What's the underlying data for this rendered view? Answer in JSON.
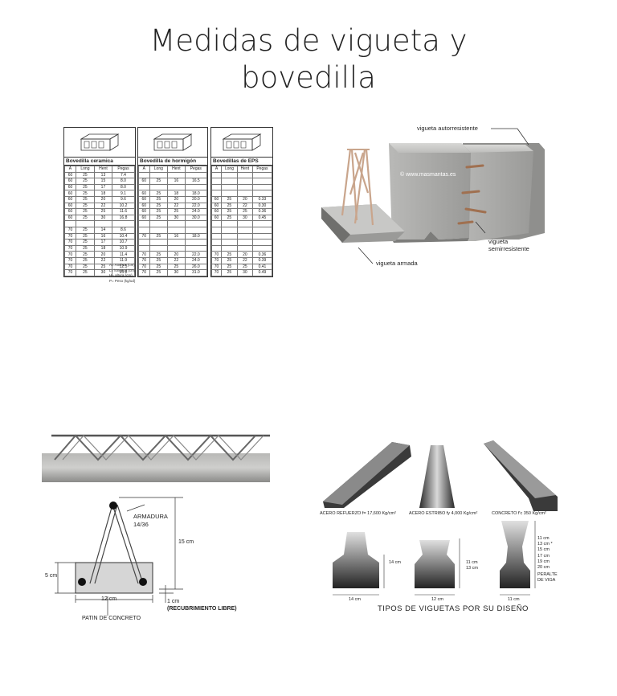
{
  "title_line1": "Medidas de vigueta y",
  "title_line2": "bovedilla",
  "tables": [
    {
      "title": "Bovedilla ceramica",
      "headers": [
        "A",
        "Long",
        "Hent",
        "Pegas"
      ],
      "rows": [
        [
          "60",
          "25",
          "13",
          "7.4"
        ],
        [
          "60",
          "25",
          "15",
          "8.0"
        ],
        [
          "60",
          "25",
          "17",
          "8.0"
        ],
        [
          "60",
          "25",
          "18",
          "9.1"
        ],
        [
          "60",
          "25",
          "20",
          "9.6"
        ],
        [
          "60",
          "25",
          "22",
          "10.2"
        ],
        [
          "60",
          "25",
          "25",
          "11.6"
        ],
        [
          "60",
          "25",
          "30",
          "16.8"
        ],
        [
          "",
          "",
          "",
          ""
        ],
        [
          "70",
          "25",
          "14",
          "8.6"
        ],
        [
          "70",
          "25",
          "16",
          "10.4"
        ],
        [
          "70",
          "25",
          "17",
          "10.7"
        ],
        [
          "70",
          "25",
          "18",
          "10.9"
        ],
        [
          "70",
          "25",
          "20",
          "11.4"
        ],
        [
          "70",
          "25",
          "22",
          "11.9"
        ],
        [
          "70",
          "25",
          "25",
          "12.5"
        ],
        [
          "70",
          "25",
          "30",
          "15.8"
        ]
      ]
    },
    {
      "title": "Bovedilla de hormigón",
      "headers": [
        "A",
        "Long",
        "Hent",
        "Pegas"
      ],
      "rows": [
        [
          "",
          "",
          "",
          ""
        ],
        [
          "60",
          "25",
          "16",
          "16.5"
        ],
        [
          "",
          "",
          "",
          ""
        ],
        [
          "60",
          "25",
          "18",
          "18.0"
        ],
        [
          "60",
          "25",
          "20",
          "20.0"
        ],
        [
          "60",
          "25",
          "22",
          "22.0"
        ],
        [
          "60",
          "25",
          "25",
          "24.0"
        ],
        [
          "60",
          "25",
          "30",
          "30.0"
        ],
        [
          "",
          "",
          "",
          ""
        ],
        [
          "",
          "",
          "",
          ""
        ],
        [
          "70",
          "25",
          "16",
          "18.0"
        ],
        [
          "",
          "",
          "",
          ""
        ],
        [
          "",
          "",
          "",
          ""
        ],
        [
          "70",
          "25",
          "20",
          "22.0"
        ],
        [
          "70",
          "25",
          "22",
          "24.0"
        ],
        [
          "70",
          "25",
          "25",
          "26.0"
        ],
        [
          "70",
          "25",
          "30",
          "31.0"
        ]
      ]
    },
    {
      "title": "Bovedillas de EPS",
      "headers": [
        "A",
        "Long",
        "Hent",
        "Pegas"
      ],
      "rows": [
        [
          "",
          "",
          "",
          ""
        ],
        [
          "",
          "",
          "",
          ""
        ],
        [
          "",
          "",
          "",
          ""
        ],
        [
          "",
          "",
          "",
          ""
        ],
        [
          "60",
          "25",
          "20",
          "0.33"
        ],
        [
          "60",
          "25",
          "22",
          "0.30"
        ],
        [
          "60",
          "25",
          "25",
          "0.36"
        ],
        [
          "60",
          "25",
          "30",
          "0.45"
        ],
        [
          "",
          "",
          "",
          ""
        ],
        [
          "",
          "",
          "",
          ""
        ],
        [
          "",
          "",
          "",
          ""
        ],
        [
          "",
          "",
          "",
          ""
        ],
        [
          "",
          "",
          "",
          ""
        ],
        [
          "70",
          "25",
          "20",
          "0.36"
        ],
        [
          "70",
          "25",
          "22",
          "0.39"
        ],
        [
          "70",
          "25",
          "25",
          "0.41"
        ],
        [
          "70",
          "25",
          "30",
          "0.49"
        ]
      ]
    }
  ],
  "legend": [
    "A= Anchos (cm)",
    "L= longitud (cm)",
    "H= altura (cm)",
    "P= Peso (kg/ud)"
  ],
  "photo_labels": {
    "autorresistente": "vigueta autorresistente",
    "watermark": "© www.masmantas.es",
    "semi1": "vigueta",
    "semi2": "semirresistente",
    "armada": "vigueta armada"
  },
  "section": {
    "armadura1": "ARMADURA",
    "armadura2": "14/36",
    "h15": "15 cm",
    "h5": "5 cm",
    "w12": "12 cm",
    "c1": "1 cm",
    "recub": "(RECUBRIMIENTO LIBRE)",
    "patin": "PATIN DE CONCRETO"
  },
  "types": {
    "acero1": "ACERO REFUERZO f= 17,600 Kg/cm²",
    "acero2": "ACERO ESTRIBO fy 4,000 Kg/cm²",
    "concreto": "CONCRETO f'c 350 Kg/cm²",
    "h14": "14 cm",
    "h11": "11 cm",
    "h13": "13 cm",
    "w14": "14 cm",
    "w12": "12 cm",
    "w11": "11 cm",
    "heights": [
      "11 cm",
      "13 cm *",
      "15 cm",
      "17 cm",
      "19 cm",
      "20 cm"
    ],
    "peralte1": "PERALTE",
    "peralte2": "DE VIGA",
    "caption": "TIPOS DE VIGUETAS POR SU DISEÑO"
  }
}
